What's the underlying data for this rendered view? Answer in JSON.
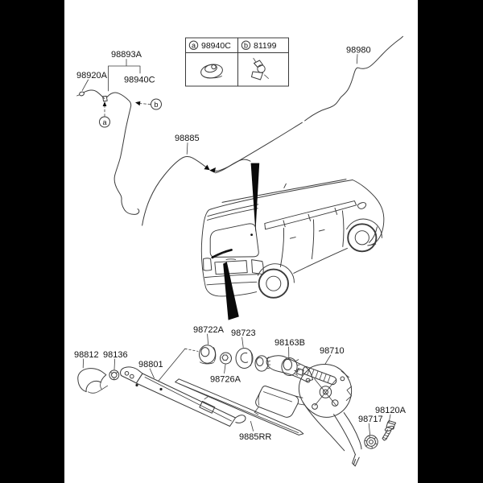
{
  "colors": {
    "paper": "#ffffff",
    "letterbox": "#000000",
    "line": "#3a3a3a",
    "text": "#111111",
    "solid_arrow": "#0a0a0a"
  },
  "labels": {
    "hose_assembly": "98893A",
    "washer_nozzle": "98920A",
    "grommet_a": "98940C",
    "rear_washer_hose": "98885",
    "rear_tube": "98980",
    "marker_a": "a",
    "marker_b": "b"
  },
  "legend": {
    "item_a": {
      "marker": "a",
      "part": "98940C"
    },
    "item_b": {
      "marker": "b",
      "part": "81199"
    }
  },
  "parts": {
    "pivot_grommet": "98722A",
    "pivot_cap": "98723",
    "pivot_washer": "98726A",
    "pivot_seal": "98163B",
    "rear_wiper_motor": "98710",
    "arm_cap": "98812",
    "arm_nut": "98136",
    "wiper_arm": "98801",
    "wiper_blade": "9885RR",
    "motor_grommet": "98717",
    "mounting_bolt": "98120A"
  }
}
